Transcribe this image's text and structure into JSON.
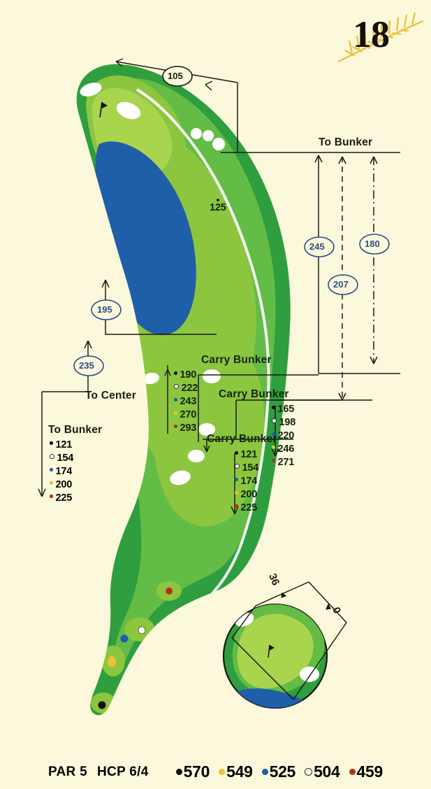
{
  "hole": {
    "number": "18",
    "decoration_icon": "palm-frond-icon"
  },
  "colors": {
    "background": "#fbf8db",
    "rough_dark": "#2f9e3f",
    "fairway": "#63bc46",
    "fairway_light": "#8cc63f",
    "green": "#a8d44e",
    "water": "#1f5fa9",
    "sand": "#ffffff",
    "dim_blue": "#2b4d8c",
    "line_black": "#1a1a14",
    "tee_black": "#141008",
    "tee_yellow": "#e8c238",
    "tee_blue": "#1f5fa9",
    "tee_white": "#ffffff",
    "tee_red": "#b5301a"
  },
  "labels": {
    "to_bunker_top": "To Bunker",
    "to_center": "To Center",
    "to_bunker_left": "To Bunker",
    "carry_bunker_1": "Carry Bunker",
    "carry_bunker_2": "Carry Bunker",
    "carry_bunker_3": "Carry Bunker",
    "fairway_marker_125": "125"
  },
  "circled_distances": [
    {
      "value": "105",
      "style": "black"
    },
    {
      "value": "245",
      "style": "blue"
    },
    {
      "value": "180",
      "style": "blue"
    },
    {
      "value": "207",
      "style": "blue"
    },
    {
      "value": "195",
      "style": "blue"
    },
    {
      "value": "235",
      "style": "blue"
    }
  ],
  "to_bunker_left_list": [
    {
      "value": "121",
      "tee": "black"
    },
    {
      "value": "154",
      "tee": "white"
    },
    {
      "value": "174",
      "tee": "blue"
    },
    {
      "value": "200",
      "tee": "yellow"
    },
    {
      "value": "225",
      "tee": "red"
    }
  ],
  "carry_bunker_1_list": [
    {
      "value": "190",
      "tee": "black"
    },
    {
      "value": "222",
      "tee": "white"
    },
    {
      "value": "243",
      "tee": "blue"
    },
    {
      "value": "270",
      "tee": "yellow"
    },
    {
      "value": "293",
      "tee": "red"
    }
  ],
  "carry_bunker_2_list": [
    {
      "value": "165",
      "tee": "black"
    },
    {
      "value": "198",
      "tee": "white"
    },
    {
      "value": "220",
      "tee": "blue"
    },
    {
      "value": "246",
      "tee": "yellow"
    },
    {
      "value": "271",
      "tee": "red"
    }
  ],
  "carry_bunker_3_list": [
    {
      "value": "121",
      "tee": "black"
    },
    {
      "value": "154",
      "tee": "white"
    },
    {
      "value": "174",
      "tee": "blue"
    },
    {
      "value": "200",
      "tee": "yellow"
    },
    {
      "value": "225",
      "tee": "red"
    }
  ],
  "green_inset": {
    "depth": "36",
    "width": "0"
  },
  "footer": {
    "par_label": "PAR 5",
    "hcp_label": "HCP 6/4",
    "tees": [
      {
        "value": "570",
        "tee": "black"
      },
      {
        "value": "549",
        "tee": "yellow"
      },
      {
        "value": "525",
        "tee": "blue"
      },
      {
        "value": "504",
        "tee": "white"
      },
      {
        "value": "459",
        "tee": "red"
      }
    ]
  }
}
